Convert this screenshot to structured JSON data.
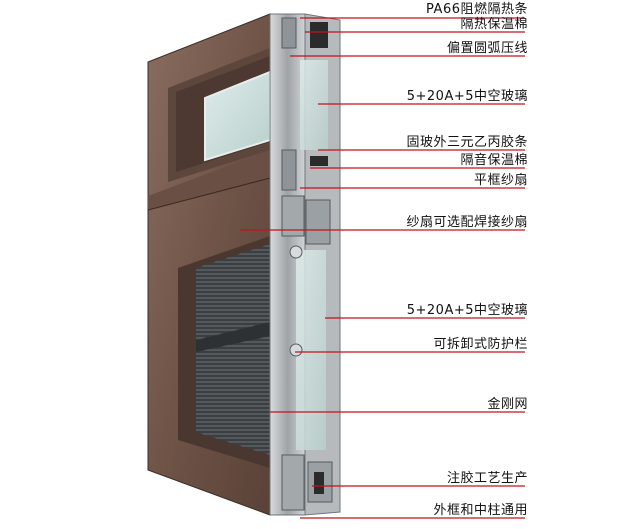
{
  "callouts": [
    {
      "id": "c1",
      "label": "PA66阻燃隔热条"
    },
    {
      "id": "c2",
      "label": "隔热保温棉"
    },
    {
      "id": "c3",
      "label": "偏置圆弧压线"
    },
    {
      "id": "c4",
      "label": "5+20A+5中空玻璃"
    },
    {
      "id": "c5",
      "label": "固玻外三元乙丙胶条"
    },
    {
      "id": "c6",
      "label": "隔音保温棉"
    },
    {
      "id": "c7",
      "label": "平框纱扇"
    },
    {
      "id": "c8",
      "label": "纱扇可选配焊接纱扇"
    },
    {
      "id": "c9",
      "label": "5+20A+5中空玻璃"
    },
    {
      "id": "c10",
      "label": "可拆卸式防护栏"
    },
    {
      "id": "c11",
      "label": "金刚网"
    },
    {
      "id": "c12",
      "label": "注胶工艺生产"
    },
    {
      "id": "c13",
      "label": "外框和中柱通用"
    }
  ],
  "colors": {
    "frame": "#7a5c4f",
    "frame_dark": "#4a3730",
    "glass": "#c9dcd8",
    "aluminum": "#bfc3c6",
    "leader": "#c0141b"
  }
}
